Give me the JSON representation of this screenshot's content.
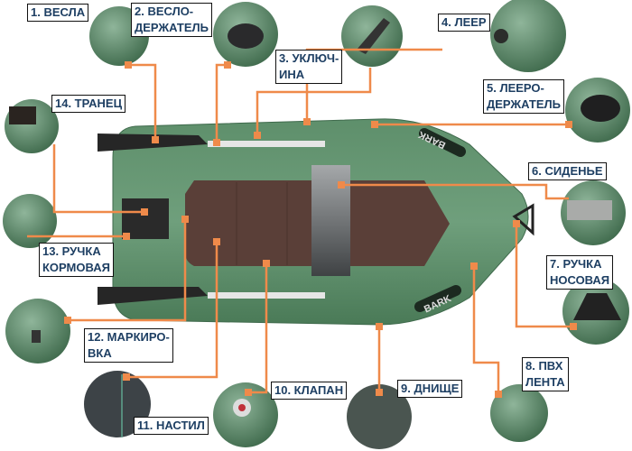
{
  "colors": {
    "leader_line": "#ef8a4a",
    "label_text": "#1e3f63",
    "hull": "#4f7f5c",
    "floor": "#5a3f38",
    "seat": "#8f9294"
  },
  "boat": {
    "brand": "BARK"
  },
  "labels": [
    {
      "id": "oars",
      "text": "1. ВЕСЛА"
    },
    {
      "id": "oarlock-holder",
      "text": "2. ВЕСЛО-\nДЕРЖАТЕЛЬ"
    },
    {
      "id": "oarlock",
      "text": "3. УКЛЮЧ-\nИНА"
    },
    {
      "id": "rope",
      "text": "4. ЛЕЕР"
    },
    {
      "id": "rope-holder",
      "text": "5. ЛЕЕРО-\nДЕРЖАТЕЛЬ"
    },
    {
      "id": "seat",
      "text": "6. СИДЕНЬЕ"
    },
    {
      "id": "bow-handle",
      "text": "7. РУЧКА\nНОСОВАЯ"
    },
    {
      "id": "pvc-strip",
      "text": "8. ПВХ\nЛЕНТА"
    },
    {
      "id": "bottom",
      "text": "9. ДНИЩЕ"
    },
    {
      "id": "valve",
      "text": "10. КЛАПАН"
    },
    {
      "id": "floorboard",
      "text": "11. НАСТИЛ"
    },
    {
      "id": "marking",
      "text": "12. МАРКИРО-\nВКА"
    },
    {
      "id": "stern-handle",
      "text": "13. РУЧКА\nКОРМОВАЯ"
    },
    {
      "id": "transom",
      "text": "14. ТРАНЕЦ"
    }
  ]
}
